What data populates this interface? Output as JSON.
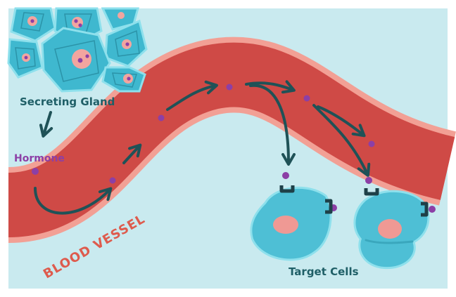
{
  "labels": {
    "gland": "Secreting Gland",
    "hormone": "Hormone",
    "vessel": "BLOOD VESSEL",
    "cells": "Target Cells"
  },
  "colors": {
    "background": "#c9eaef",
    "vessel_fill": "#cf4a46",
    "vessel_edge": "#f2a095",
    "hormone": "#8c3fa6",
    "arrow": "#1f5257",
    "gland_cell": "#3fb8cf",
    "gland_nucleus": "#f2a59f",
    "target_cell": "#4ebfd5",
    "target_nucleus": "#ef9994",
    "receptor": "#1e4048",
    "label_teal": "#1f5f67",
    "label_purple": "#8c3fa6",
    "label_vessel": "#de5b4d"
  }
}
